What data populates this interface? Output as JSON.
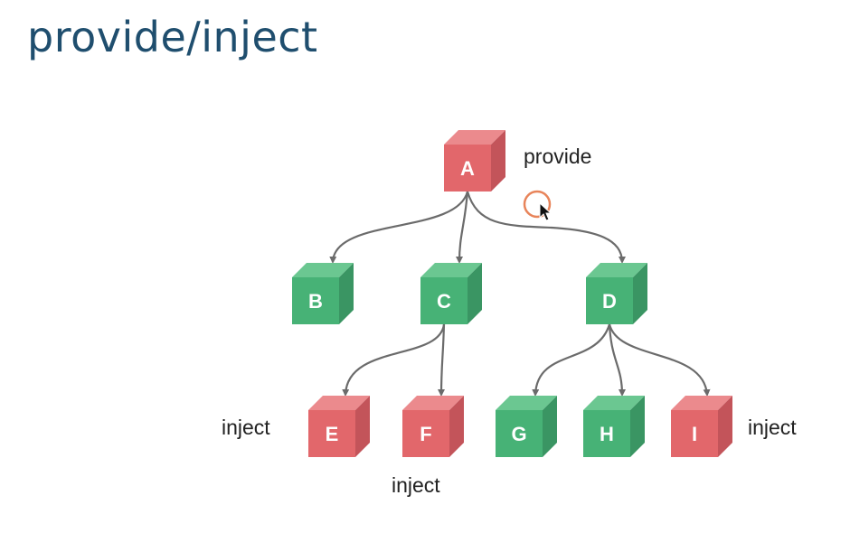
{
  "slide": {
    "title": "provide/inject"
  },
  "colors": {
    "title": "#1f4e6e",
    "provider_front": "#e2676b",
    "provider_top": "#eb8a8d",
    "provider_side": "#c3545a",
    "normal_front": "#47b276",
    "normal_top": "#6bc791",
    "normal_side": "#3a9563",
    "edge": "#6b6b6b",
    "cursor_ring": "#e8845a"
  },
  "tree": {
    "nodes": [
      {
        "id": "A",
        "label": "A",
        "role": "provider"
      },
      {
        "id": "B",
        "label": "B",
        "role": "normal"
      },
      {
        "id": "C",
        "label": "C",
        "role": "normal"
      },
      {
        "id": "D",
        "label": "D",
        "role": "normal"
      },
      {
        "id": "E",
        "label": "E",
        "role": "injector"
      },
      {
        "id": "F",
        "label": "F",
        "role": "injector"
      },
      {
        "id": "G",
        "label": "G",
        "role": "normal"
      },
      {
        "id": "H",
        "label": "H",
        "role": "normal"
      },
      {
        "id": "I",
        "label": "I",
        "role": "injector"
      }
    ],
    "edges": [
      {
        "from": "A",
        "to": "B"
      },
      {
        "from": "A",
        "to": "C"
      },
      {
        "from": "A",
        "to": "D"
      },
      {
        "from": "C",
        "to": "E"
      },
      {
        "from": "C",
        "to": "F"
      },
      {
        "from": "D",
        "to": "G"
      },
      {
        "from": "D",
        "to": "H"
      },
      {
        "from": "D",
        "to": "I"
      }
    ]
  },
  "annotations": {
    "provide": "provide",
    "inject_e": "inject",
    "inject_f": "inject",
    "inject_i": "inject"
  }
}
